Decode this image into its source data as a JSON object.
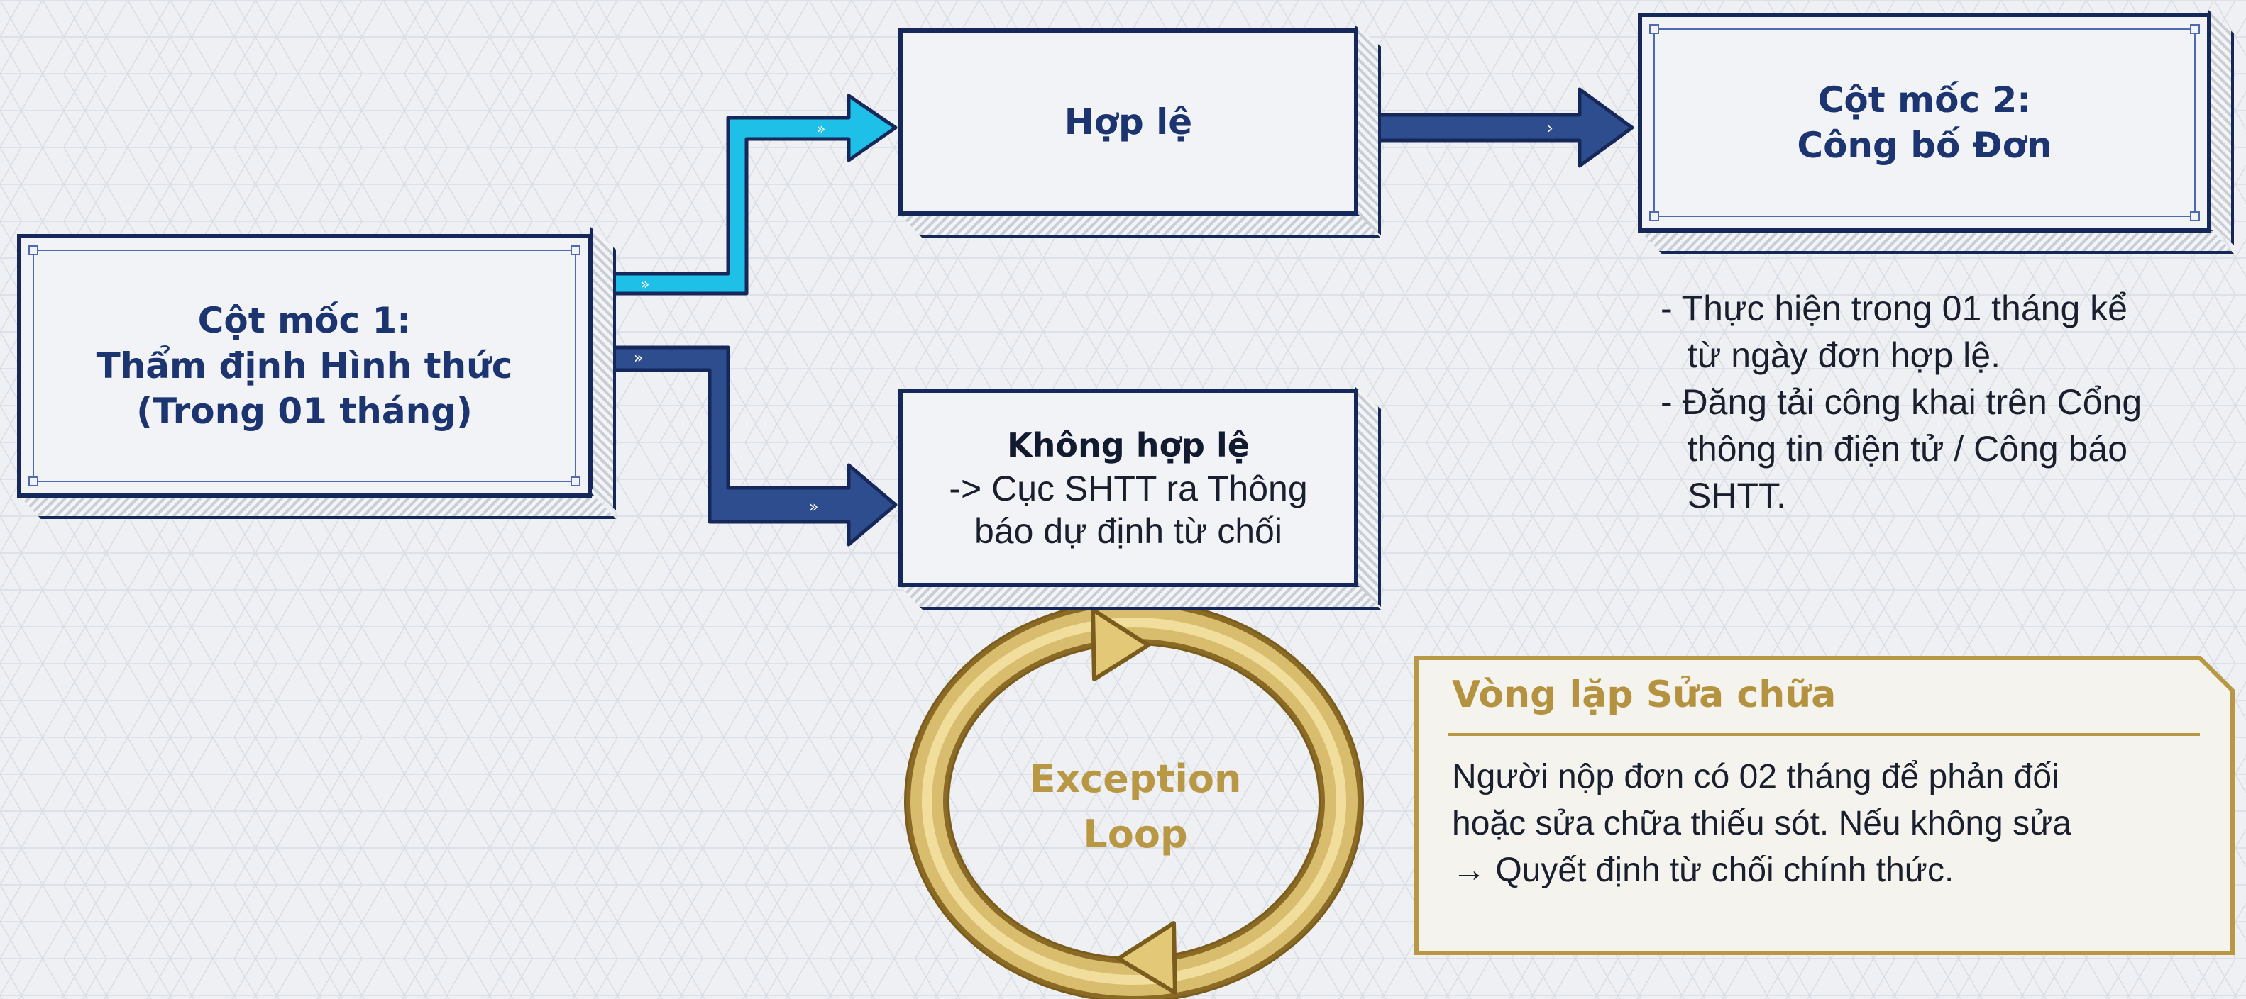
{
  "milestone1": {
    "line1": "Cột mốc 1:",
    "line2": "Thẩm định Hình thức",
    "line3": "(Trong 01 tháng)"
  },
  "valid": {
    "label": "Hợp lệ"
  },
  "invalid": {
    "title": "Không hợp lệ",
    "line1": "-> Cục SHTT ra Thông",
    "line2": "báo dự định từ chối"
  },
  "milestone2": {
    "line1": "Cột mốc 2:",
    "line2": "Công bố Đơn"
  },
  "notes": {
    "item1_line1": "- Thực hiện trong 01 tháng kể",
    "item1_line2": "từ ngày đơn hợp lệ.",
    "item2_line1": "- Đăng tải công khai trên Cổng",
    "item2_line2": "thông tin điện tử / Công báo",
    "item2_line3": "SHTT."
  },
  "exception_loop": {
    "line1": "Exception",
    "line2": "Loop"
  },
  "repair_loop": {
    "title": "Vòng lặp Sửa chữa",
    "line1": "Người nộp đơn có 02 tháng để phản đối",
    "line2": "hoặc sửa chữa thiếu sót. Nếu không sửa",
    "line3": "→ Quyết định từ chối chính thức."
  },
  "colors": {
    "navy": "#1c3470",
    "cyan": "#1fc0e8",
    "gold": "#b99845",
    "background": "#eef0f3"
  }
}
